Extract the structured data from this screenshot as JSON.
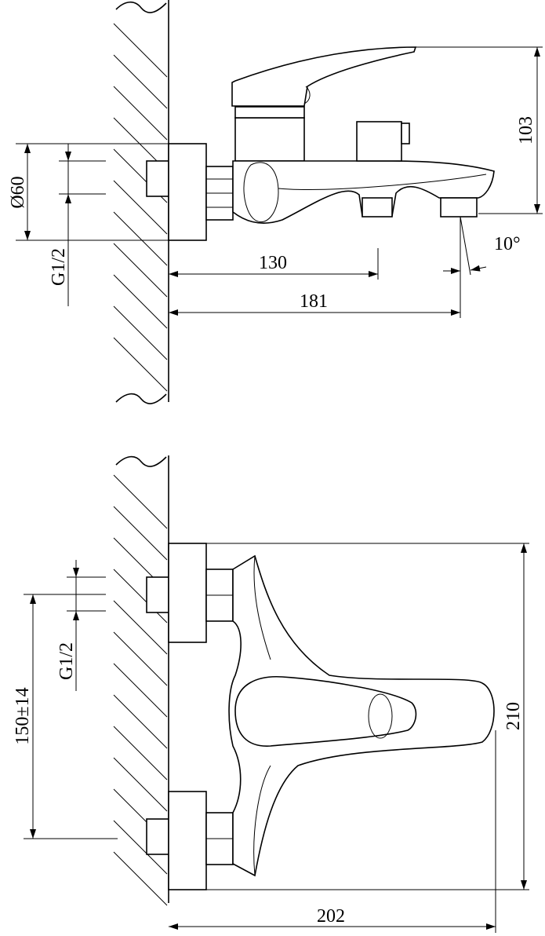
{
  "top_view": {
    "height_dim": "103",
    "diameter_dim": "Ø60",
    "thread_label": "G1/2",
    "depth_to_outlet_dim": "130",
    "depth_to_spout_dim": "181",
    "spout_angle": "10°"
  },
  "front_view": {
    "height_dim": "210",
    "thread_label": "G1/2",
    "centers_dim": "150±14",
    "width_dim": "202"
  }
}
